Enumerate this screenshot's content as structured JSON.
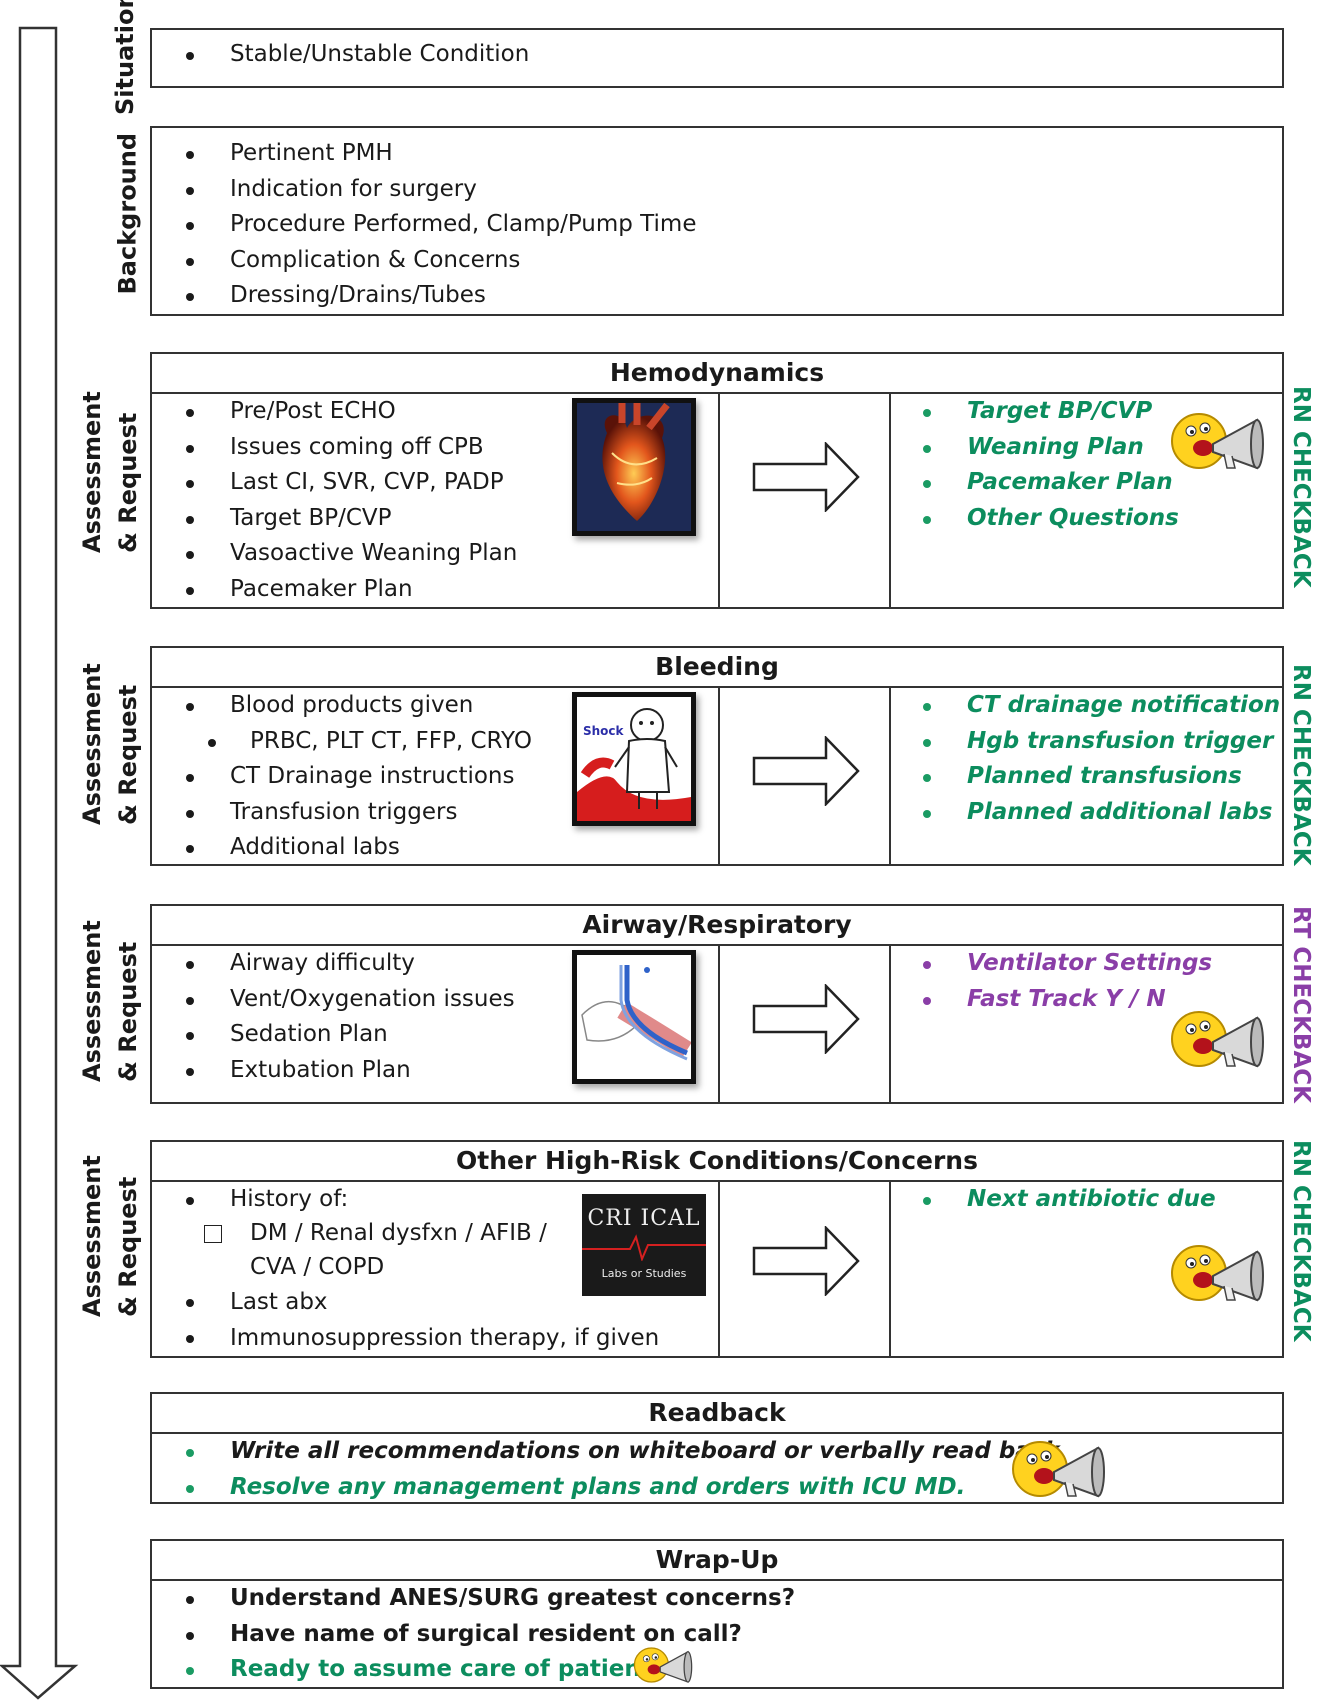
{
  "situation": {
    "label": "Situation",
    "items": [
      "Stable/Unstable Condition"
    ]
  },
  "background": {
    "label": "Background",
    "items": [
      "Pertinent PMH",
      "Indication for surgery",
      "Procedure Performed, Clamp/Pump Time",
      "Complication & Concerns",
      "Dressing/Drains/Tubes"
    ]
  },
  "side_label_1": "Assessment",
  "side_label_2": "& Request",
  "hemo": {
    "title": "Hemodynamics",
    "items": [
      "Pre/Post ECHO",
      "Issues coming off CPB",
      "Last CI, SVR, CVP, PADP",
      "Target BP/CVP",
      "Vasoactive Weaning Plan",
      "Pacemaker Plan"
    ],
    "checks": [
      "Target BP/CVP",
      "Weaning Plan",
      "Pacemaker Plan",
      "Other Questions"
    ],
    "checkback": "RN CHECKBACK"
  },
  "bleed": {
    "title": "Bleeding",
    "items": [
      "Blood products given",
      "PRBC, PLT CT, FFP, CRYO",
      "CT Drainage instructions",
      "Transfusion triggers",
      "Additional labs"
    ],
    "image_text": "Shock",
    "checks": [
      "CT drainage notification",
      "Hgb transfusion trigger",
      "Planned transfusions",
      "Planned additional labs"
    ],
    "checkback": "RN CHECKBACK"
  },
  "airway": {
    "title": "Airway/Respiratory",
    "items": [
      "Airway difficulty",
      "Vent/Oxygenation issues",
      "Sedation Plan",
      "Extubation Plan"
    ],
    "checks": [
      "Ventilator Settings",
      "Fast Track Y / N"
    ],
    "checkback": "RT CHECKBACK"
  },
  "other": {
    "title": "Other High-Risk Conditions/Concerns",
    "items": [
      "History of:",
      "DM / Renal dysfxn / AFIB /",
      "CVA / COPD",
      "Last abx",
      "Immunosuppression therapy, if given"
    ],
    "logo_main": "CRI ICAL",
    "logo_sub": "Labs or Studies",
    "checks": [
      "Next antibiotic due"
    ],
    "checkback": "RN CHECKBACK"
  },
  "readback": {
    "title": "Readback",
    "items": [
      "Write all recommendations on whiteboard or verbally read back",
      "Resolve any management plans and orders with ICU MD."
    ]
  },
  "wrapup": {
    "title": "Wrap-Up",
    "items": [
      "Understand ANES/SURG greatest concerns?",
      "Have name of surgical resident on call?",
      "Ready to assume care of patient?"
    ]
  },
  "colors": {
    "green": "#0c8d5e",
    "purple": "#8a3ea7"
  }
}
